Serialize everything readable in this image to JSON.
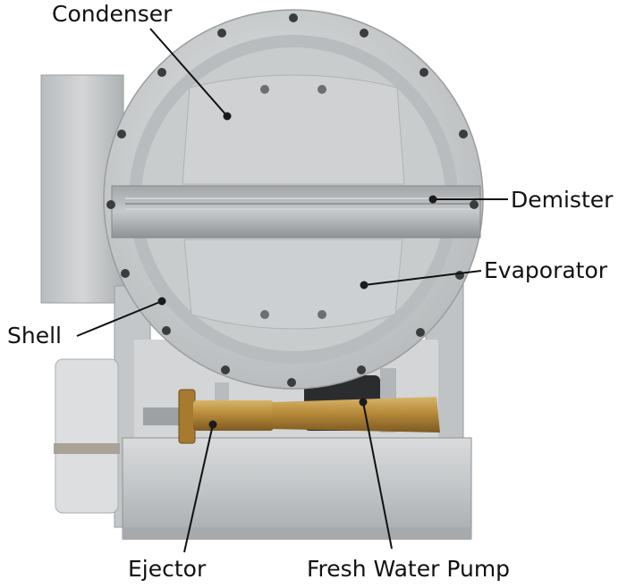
{
  "labels": {
    "condenser": "Condenser",
    "demister": "Demister",
    "evaporator": "Evaporator",
    "shell": "Shell",
    "ejector": "Ejector",
    "fresh_water_pump": "Fresh Water Pump"
  }
}
